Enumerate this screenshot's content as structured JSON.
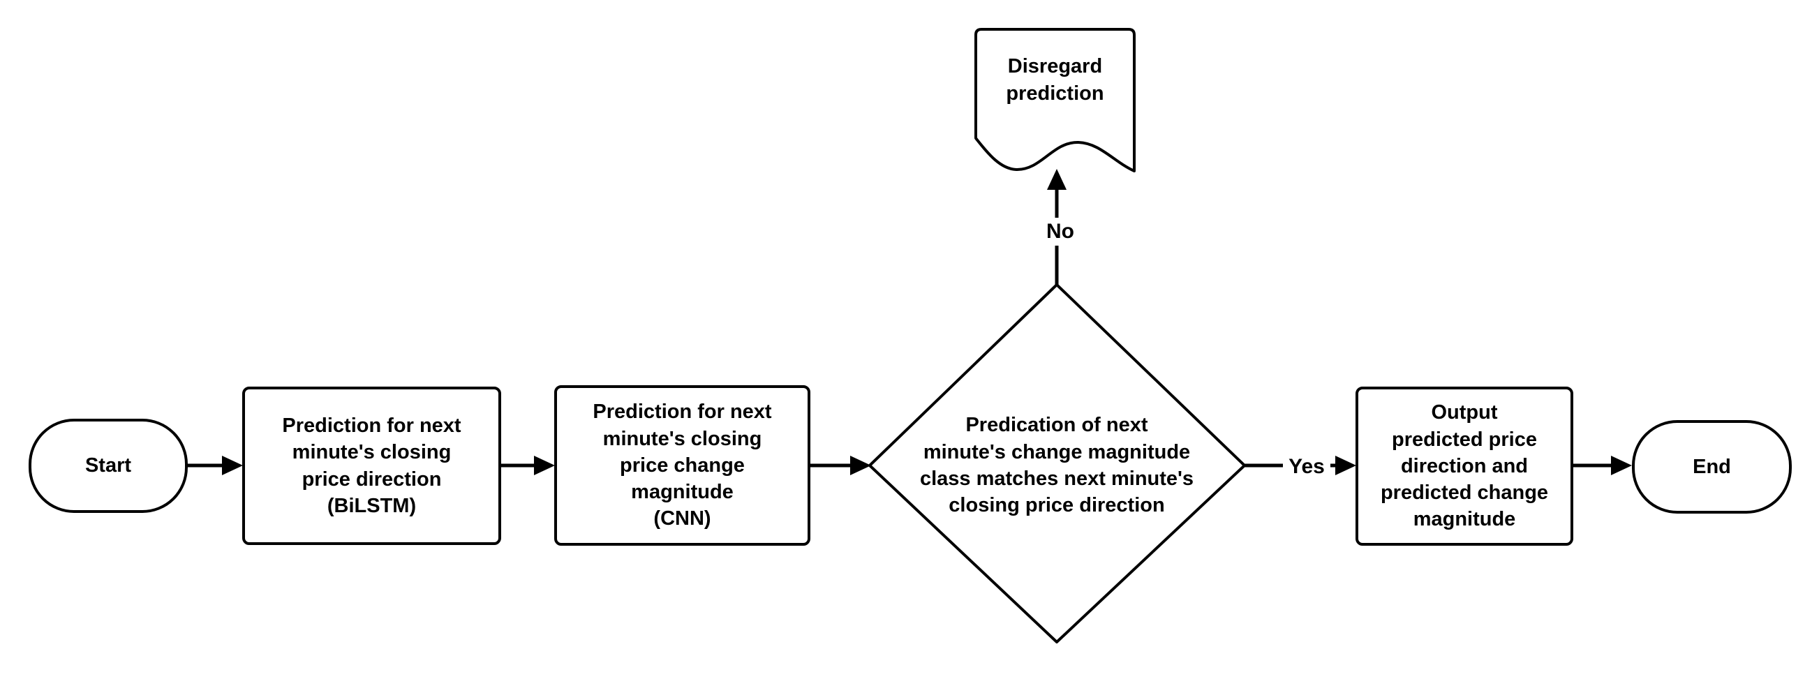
{
  "diagram": {
    "type": "flowchart",
    "orientation": "left-to-right",
    "background_color": "#ffffff",
    "stroke_color": "#000000",
    "text_color": "#000000",
    "nodes": [
      {
        "id": "start",
        "shape": "terminator",
        "label": "Start"
      },
      {
        "id": "bilstm",
        "shape": "process",
        "label": "Prediction for next\nminute's closing\nprice direction\n(BiLSTM)"
      },
      {
        "id": "cnn",
        "shape": "process",
        "label": "Prediction for next\nminute's closing\nprice change\nmagnitude\n(CNN)"
      },
      {
        "id": "decision",
        "shape": "decision",
        "label": "Predication of next\nminute's change magnitude\nclass matches next minute's\nclosing price direction"
      },
      {
        "id": "disregard",
        "shape": "document",
        "label": "Disregard\nprediction"
      },
      {
        "id": "output",
        "shape": "process",
        "label": "Output\npredicted price\ndirection and\npredicted change\nmagnitude"
      },
      {
        "id": "end",
        "shape": "terminator",
        "label": "End"
      }
    ],
    "edges": [
      {
        "id": "e1",
        "from": "start",
        "to": "bilstm",
        "label": ""
      },
      {
        "id": "e2",
        "from": "bilstm",
        "to": "cnn",
        "label": ""
      },
      {
        "id": "e3",
        "from": "cnn",
        "to": "decision",
        "label": ""
      },
      {
        "id": "e4",
        "from": "decision",
        "to": "disregard",
        "label": "No"
      },
      {
        "id": "e5",
        "from": "decision",
        "to": "output",
        "label": "Yes"
      },
      {
        "id": "e6",
        "from": "output",
        "to": "end",
        "label": ""
      }
    ]
  }
}
